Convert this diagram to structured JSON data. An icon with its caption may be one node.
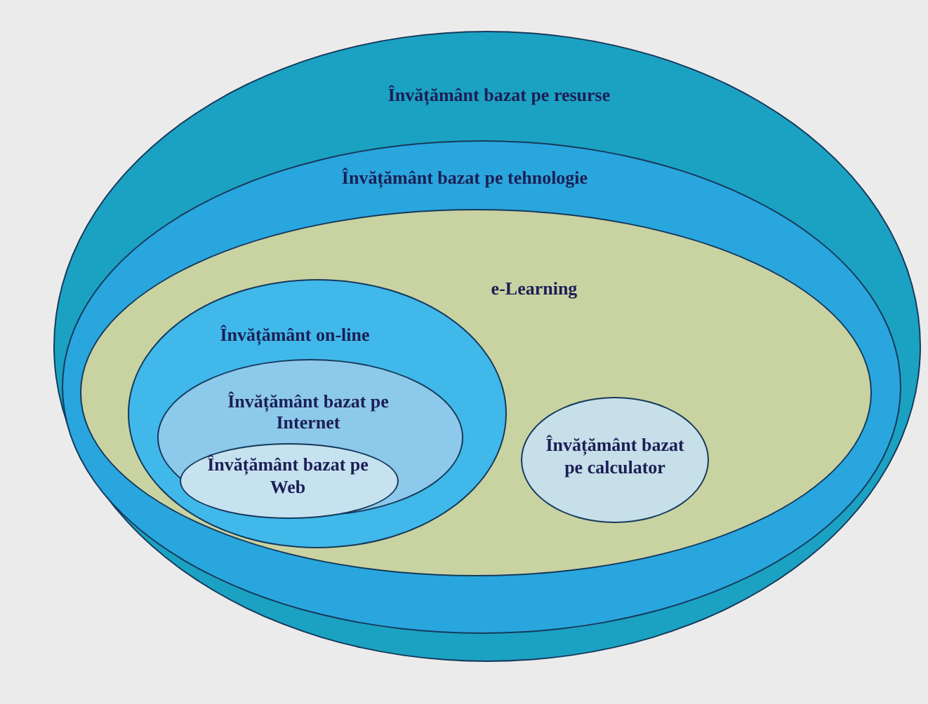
{
  "diagram": {
    "nodes": [
      {
        "text": [
          "Învățământ bazat pe resurse"
        ]
      },
      {
        "text": [
          "Învățământ bazat pe tehnologie"
        ],
        "in": 0
      },
      {
        "text": [
          "e-Learning"
        ],
        "in": 1
      },
      {
        "text": [
          "Învățământ on-line"
        ],
        "in": 2
      },
      {
        "text": [
          "Învățământ bazat pe Internet"
        ],
        "in": 3
      },
      {
        "text": [
          "Învățământ bazat pe Web"
        ],
        "in": 4
      },
      {
        "text": [
          "Învățământ bazat pe calculator"
        ],
        "in": 2
      }
    ]
  }
}
